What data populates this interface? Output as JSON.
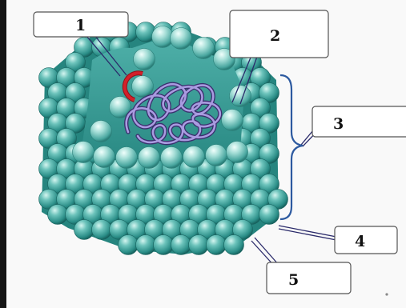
{
  "labels": [
    "1",
    "2",
    "3",
    "4",
    "5"
  ],
  "colors": {
    "capsomere_dark": "#1f7f7a",
    "capsomere_mid": "#3fa7a1",
    "capsomere_light": "#b9ece6",
    "interior": "#2c8f89",
    "genome": "#6f5fa8",
    "protein_marker": "#d4202a",
    "leader_line": "#2a2a6a",
    "callout_border": "#555555"
  }
}
